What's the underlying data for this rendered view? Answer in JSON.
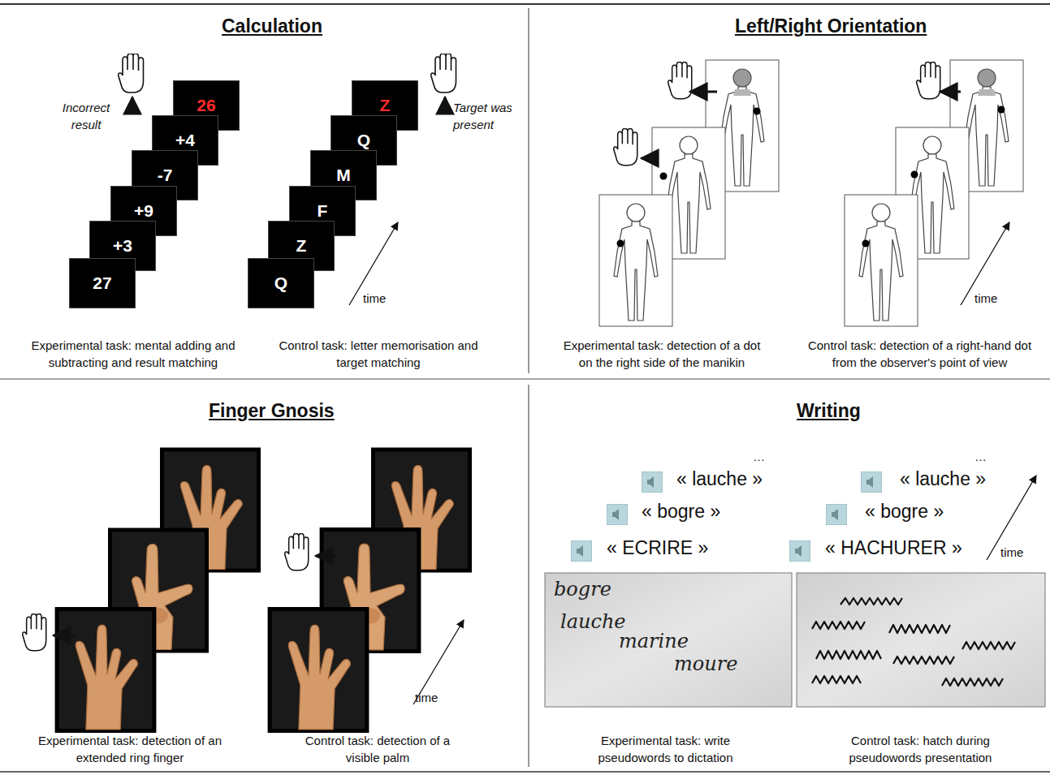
{
  "diagram": {
    "nodes": [
      {
        "text": [
          "27"
        ]
      },
      {
        "text": [
          "+3"
        ]
      },
      {
        "text": [
          "+9"
        ]
      },
      {
        "text": [
          "-7"
        ]
      },
      {
        "text": [
          "+4"
        ]
      },
      {
        "text": [
          "26"
        ]
      },
      {
        "text": [
          "Q"
        ]
      },
      {
        "text": [
          "Z"
        ]
      },
      {
        "text": [
          "F"
        ]
      },
      {
        "text": [
          "M"
        ]
      },
      {
        "text": [
          "Q"
        ]
      },
      {
        "text": [
          "Z"
        ]
      }
    ],
    "labels": [
      "Calculation",
      "Incorrect result",
      "Target was present",
      "time",
      "Experimental task: mental adding and subtracting and result matching",
      "Control task: letter memorisation and target matching",
      "Left/Right Orientation",
      "time",
      "Experimental task: detection of a dot on the right side of the manikin",
      "Control task: detection of a right-hand dot from the observer's point of view",
      "Finger Gnosis",
      "time",
      "Experimental task: detection of an extended ring finger",
      "Control task: detection of a visible palm",
      "Writing",
      "…",
      "« lauche »",
      "« bogre »",
      "« ECRIRE »",
      "…",
      "« lauche »",
      "« bogre »",
      "« HACHURER »",
      "time",
      "Experimental task: write pseudowords to dictation",
      "Control task: hatch during pseudowords presentation",
      "bogre",
      "lauche",
      "marine",
      "moure"
    ]
  }
}
